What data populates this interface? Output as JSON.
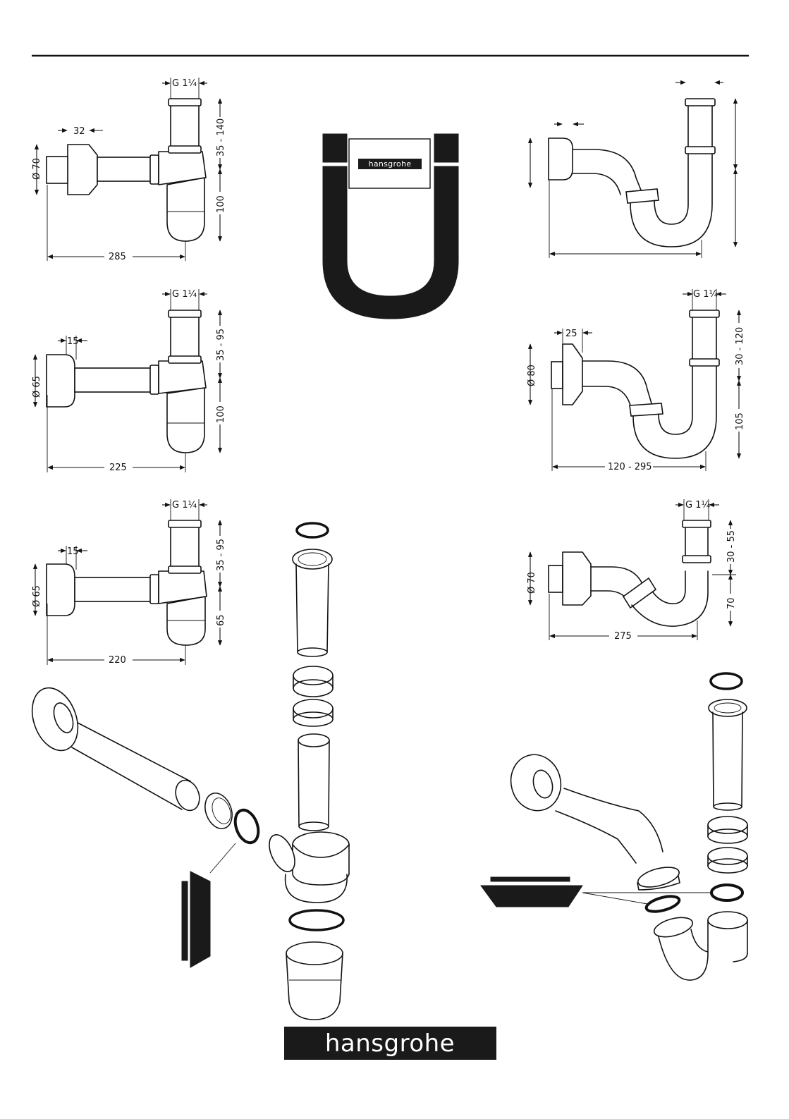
{
  "brand": {
    "name": "hansgrohe"
  },
  "colors": {
    "ink": "#111111",
    "brand_bar": "#1a1a1a",
    "paper": "#ffffff"
  },
  "figures": [
    {
      "id": "bottle-trap-285",
      "thread": "G 1¼",
      "wall_diameter": "Ø 70",
      "rosette": "32",
      "height_top": "35 - 140",
      "height_bottom": "100",
      "length": "285"
    },
    {
      "id": "bottle-trap-225",
      "thread": "G 1¼",
      "wall_diameter": "Ø 65",
      "rosette": "15",
      "height_top": "35 - 95",
      "height_bottom": "100",
      "length": "225"
    },
    {
      "id": "bottle-trap-220",
      "thread": "G 1¼",
      "wall_diameter": "Ø 65",
      "rosette": "15",
      "height_top": "35 - 95",
      "height_bottom": "65",
      "length": "220"
    },
    {
      "id": "tube-trap-120-295",
      "thread": "G 1¼",
      "wall_diameter": "Ø 80",
      "rosette": "25",
      "height_top": "30 - 120",
      "height_bottom": "105",
      "length": "120 - 295"
    },
    {
      "id": "tube-trap-275",
      "thread": "G 1¼",
      "wall_diameter": "Ø 70",
      "height_top": "30 - 55",
      "height_bottom": "70",
      "length": "275"
    }
  ],
  "icons": [
    "siphon-u-icon",
    "exploded-bottle-trap-icon",
    "exploded-tube-trap-icon",
    "rosette-seal-icon"
  ]
}
